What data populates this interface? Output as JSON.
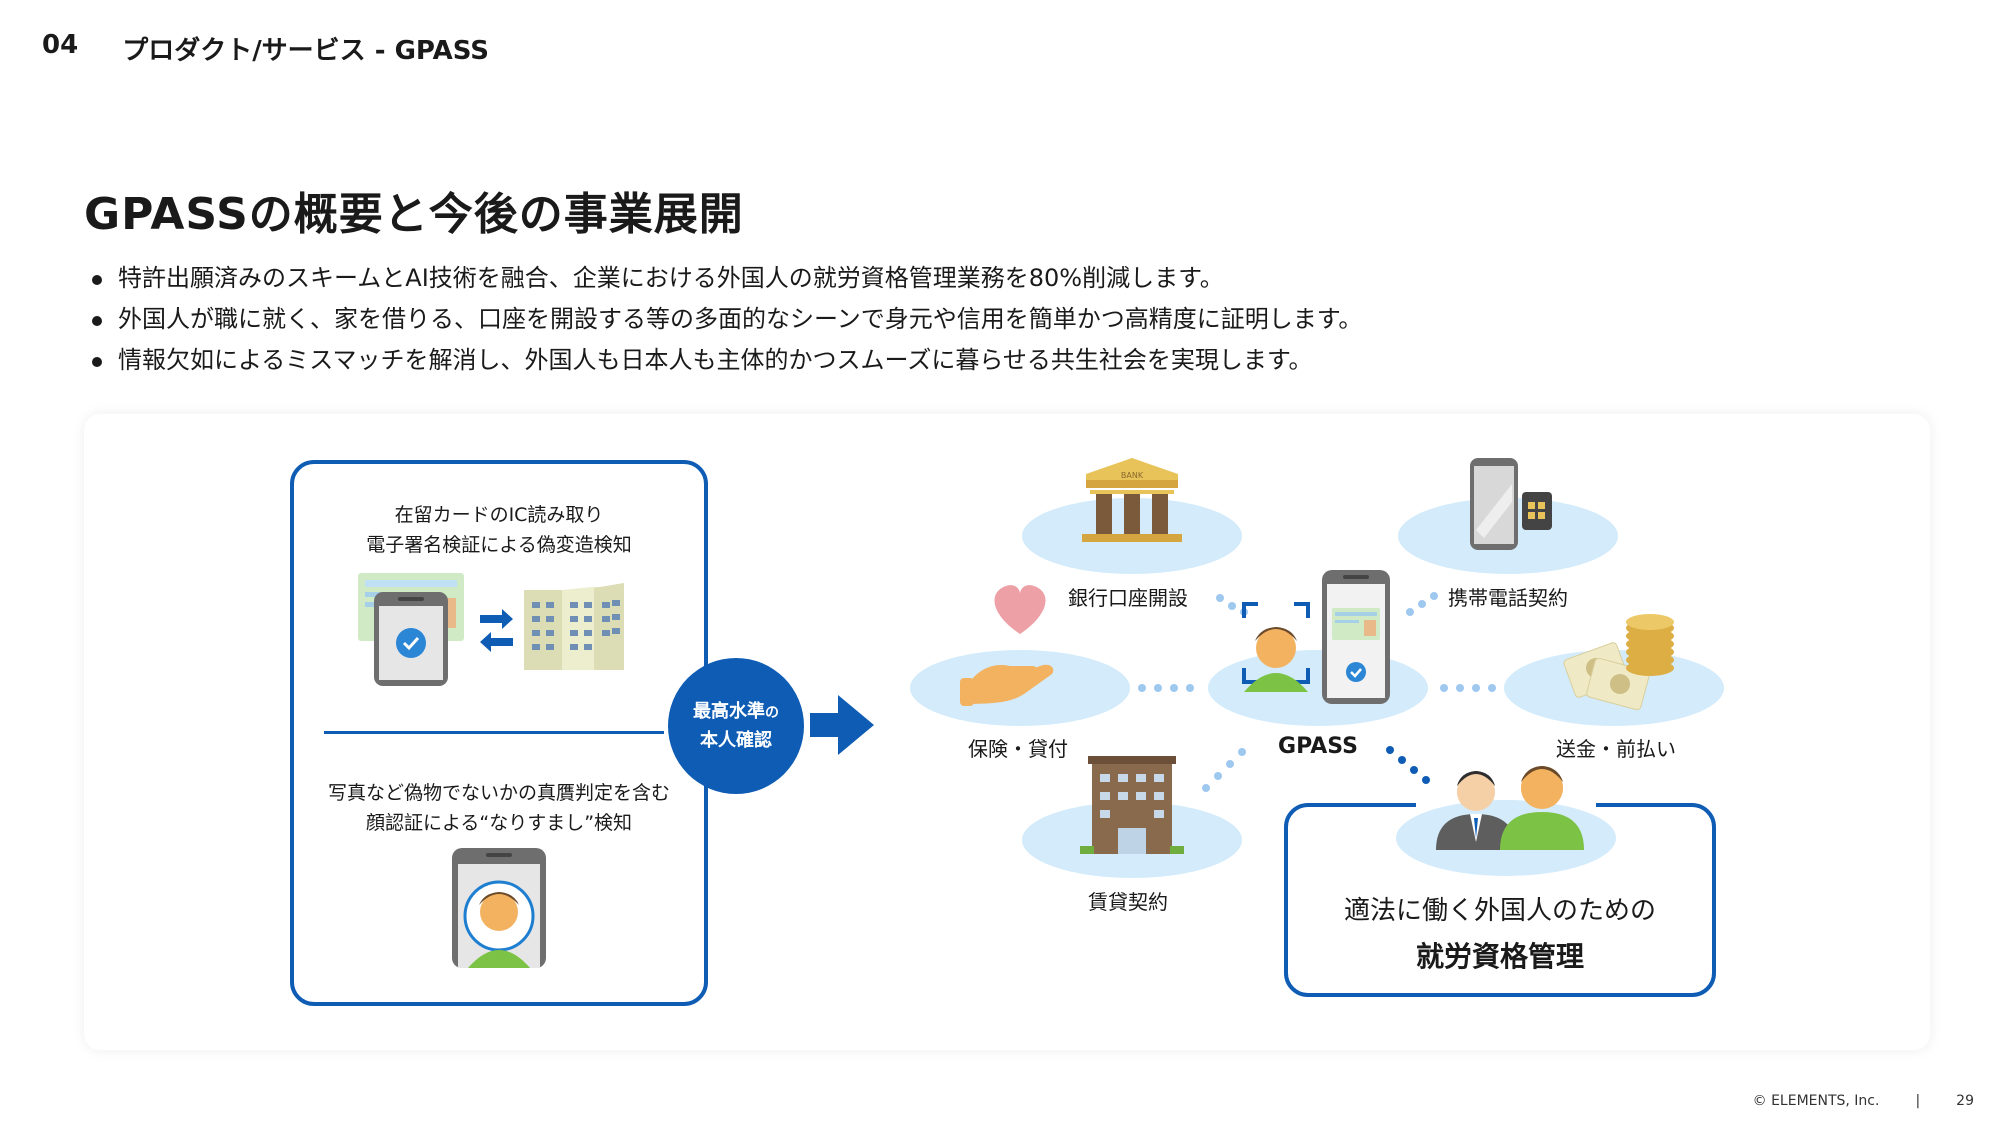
{
  "header": {
    "section": "04",
    "title": "プロダクト/サービス - GPASS"
  },
  "title": "GPASSの概要と今後の事業展開",
  "bullets": [
    "特許出願済みのスキームとAI技術を融合、企業における外国人の就労資格管理業務を80%削減します。",
    "外国人が職に就く、家を借りる、口座を開設する等の多面的なシーンで身元や信用を簡単かつ高精度に証明します。",
    "情報欠如によるミスマッチを解消し、外国人も日本人も主体的かつスムーズに暮らせる共生社会を実現します。"
  ],
  "verify": {
    "top_line1": "在留カードのIC読み取り",
    "top_line2": "電子署名検証による偽変造検知",
    "bottom_line1": "写真など偽物でないかの真贋判定を含む",
    "bottom_line2": "顔認証による“なりすまし”検知"
  },
  "badge": {
    "line1": "最高水準",
    "line1_suffix": "の",
    "line2": "本人確認"
  },
  "bank_sign": "BANK",
  "scenes": {
    "bank": "銀行口座開設",
    "mobile": "携帯電話契約",
    "insurance": "保険・貸付",
    "center": "GPASS",
    "remit": "送金・前払い",
    "rent": "賃貸契約"
  },
  "employment": {
    "line1": "適法に働く外国人のための",
    "line2": "就労資格管理"
  },
  "footer": {
    "copyright": "© ELEMENTS, Inc.",
    "separator": "|",
    "page": "29"
  },
  "colors": {
    "primary": "#0e5cb4",
    "ellipse": "#d3ebfb",
    "dots": "#9fc8ef"
  }
}
